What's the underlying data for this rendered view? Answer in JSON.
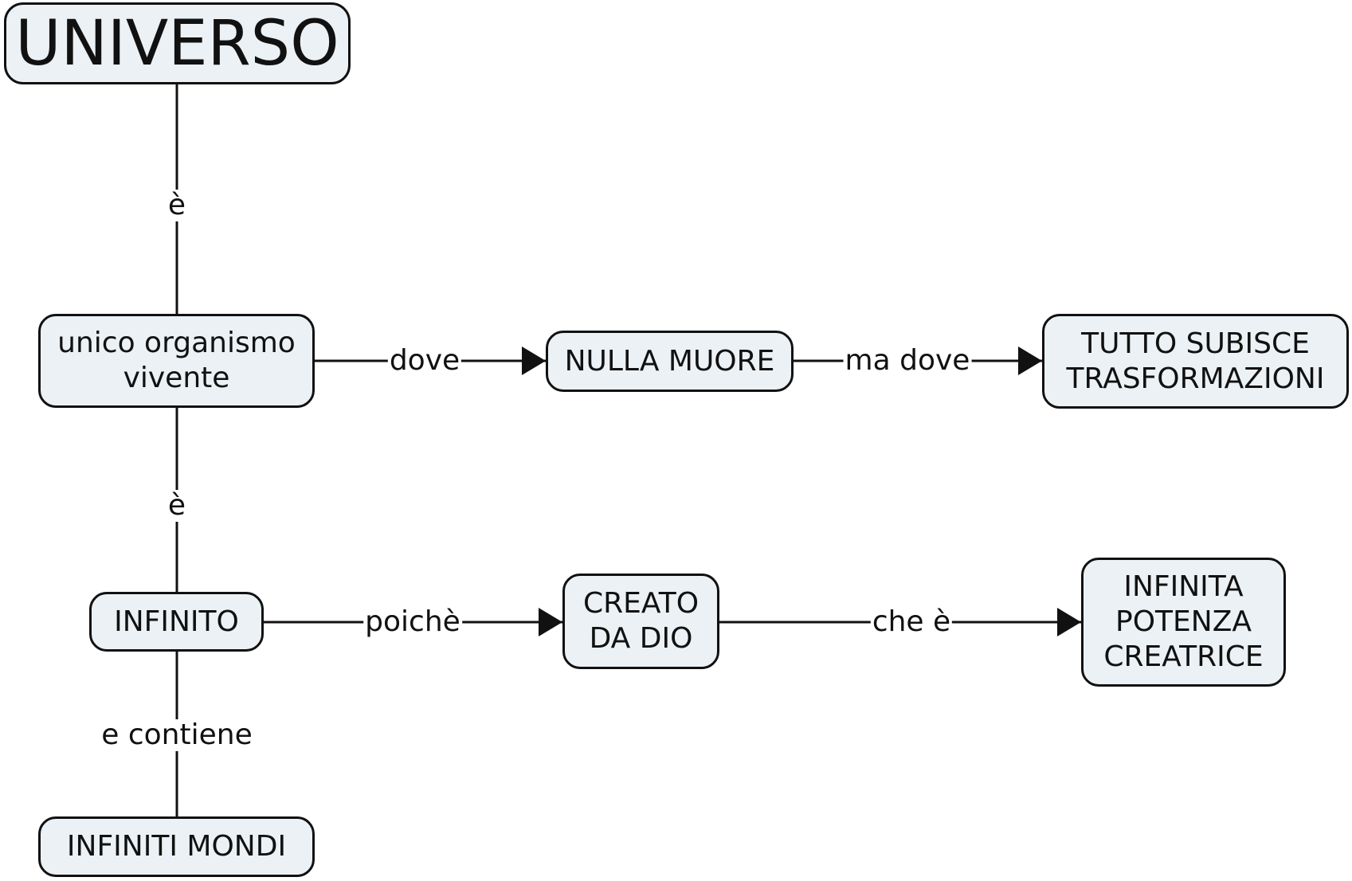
{
  "diagram": {
    "type": "concept-map",
    "nodes": {
      "universo": "UNIVERSO",
      "organismo": "unico organismo\nvivente",
      "nulla_muore": "NULLA MUORE",
      "tutto_subisce": "TUTTO SUBISCE\nTRASFORMAZIONI",
      "infinito": "INFINITO",
      "creato": "CREATO\nDA DIO",
      "potenza": "INFINITA\nPOTENZA\nCREATRICE",
      "mondi": "INFINITI MONDI"
    },
    "links": {
      "universo_organismo": "è",
      "organismo_nulla": "dove",
      "nulla_tutto": "ma dove",
      "organismo_infinito": "è",
      "infinito_creato": "poichè",
      "creato_potenza": "che è",
      "infinito_mondi": "e contiene"
    },
    "colors": {
      "node_fill": "#ebf1f4",
      "stroke": "#111111"
    }
  }
}
